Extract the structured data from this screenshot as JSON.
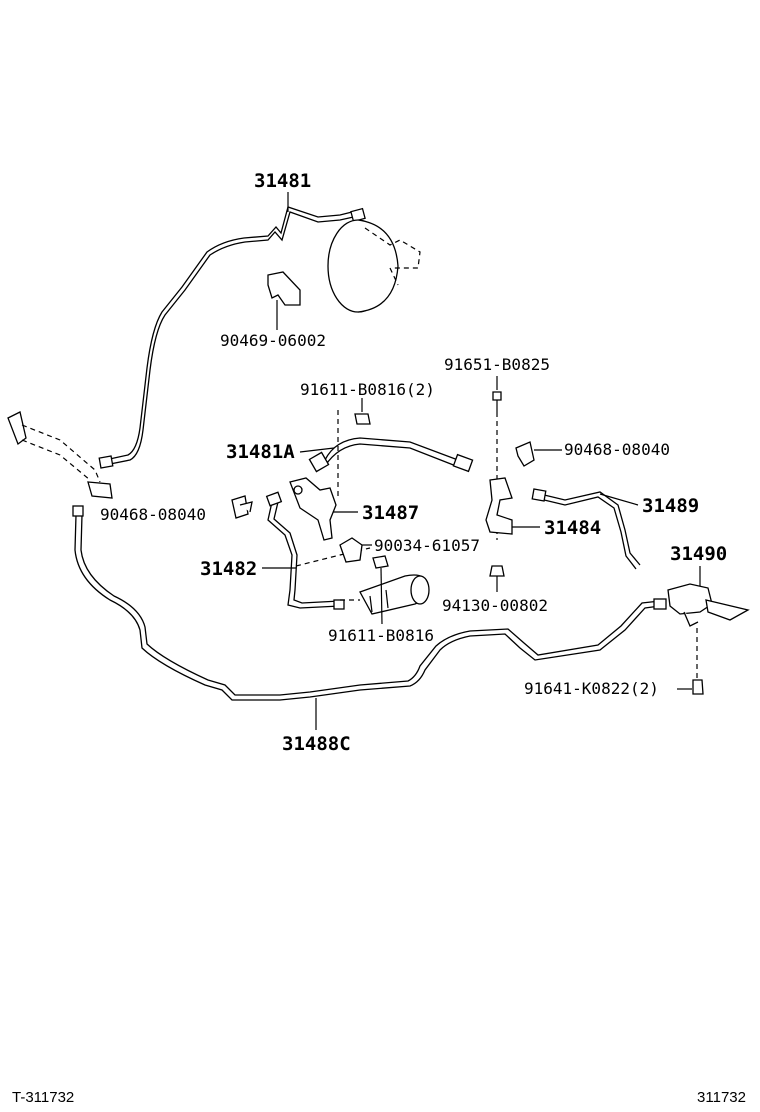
{
  "parts": {
    "p31481": "31481",
    "p90469": "90469-06002",
    "p91651": "91651-B0825",
    "p91611a": "91611-B0816(2)",
    "p31481a": "31481A",
    "p90468a": "90468-08040",
    "p90468b": "90468-08040",
    "p31487": "31487",
    "p31489": "31489",
    "p31484": "31484",
    "p90034": "90034-61057",
    "p31482": "31482",
    "p31490": "31490",
    "p94130": "94130-00802",
    "p91611b": "91611-B0816",
    "p91641": "91641-K0822(2)",
    "p31488c": "31488C"
  },
  "footer": {
    "left": "T-311732",
    "right": "311732"
  }
}
